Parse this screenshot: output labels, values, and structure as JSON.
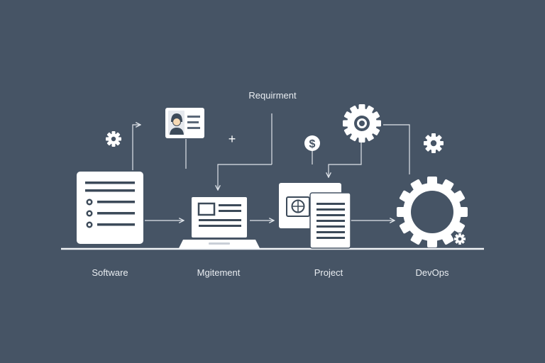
{
  "diagram": {
    "top_label": "Requirment",
    "stages": [
      {
        "label": "Software"
      },
      {
        "label": "Mgitement"
      },
      {
        "label": "Project"
      },
      {
        "label": "DevOps"
      }
    ],
    "plus_symbol": "+",
    "currency_symbol": "$",
    "colors": {
      "background": "#465465",
      "foreground": "#ffffff",
      "line": "#dfe4ea",
      "accent": "#5b6878"
    }
  }
}
